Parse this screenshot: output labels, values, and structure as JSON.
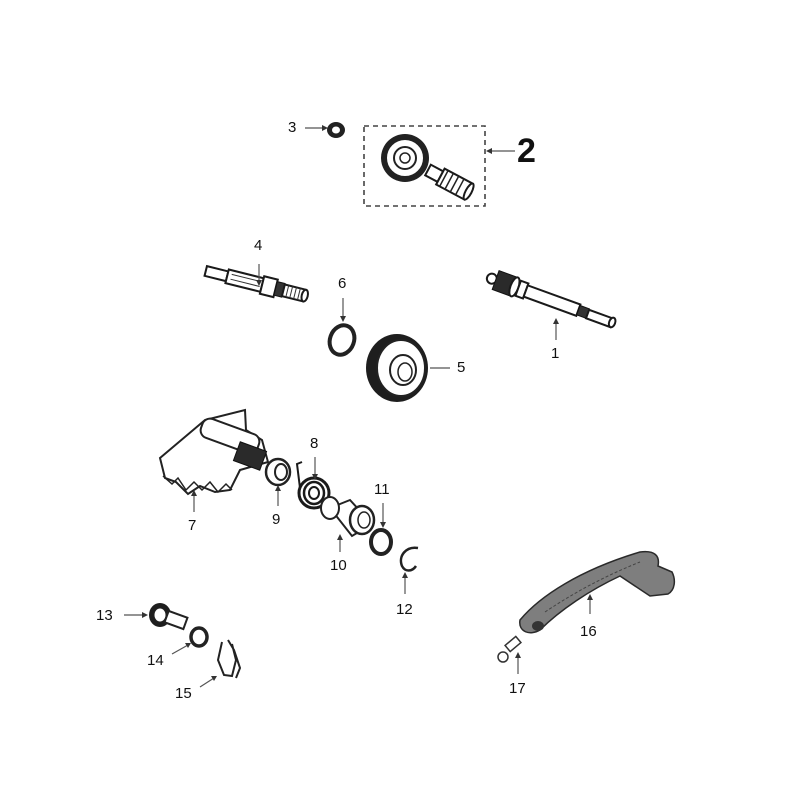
{
  "diagram": {
    "type": "exploded-parts-diagram",
    "background": "#ffffff",
    "assembly_label": "2",
    "callouts": [
      {
        "id": "1",
        "label": "1",
        "part": "primary-shaft"
      },
      {
        "id": "2",
        "label": "2",
        "part": "gear-and-shaft-set"
      },
      {
        "id": "3",
        "label": "3",
        "part": "washer"
      },
      {
        "id": "4",
        "label": "4",
        "part": "splined-shaft"
      },
      {
        "id": "5",
        "label": "5",
        "part": "driven-gear"
      },
      {
        "id": "6",
        "label": "6",
        "part": "washer"
      },
      {
        "id": "7",
        "label": "7",
        "part": "kickstart-shaft-sector"
      },
      {
        "id": "8",
        "label": "8",
        "part": "return-spring"
      },
      {
        "id": "9",
        "label": "9",
        "part": "bushing"
      },
      {
        "id": "10",
        "label": "10",
        "part": "spacer-sleeve"
      },
      {
        "id": "11",
        "label": "11",
        "part": "washer"
      },
      {
        "id": "12",
        "label": "12",
        "part": "circlip"
      },
      {
        "id": "13",
        "label": "13",
        "part": "pinion-gear"
      },
      {
        "id": "14",
        "label": "14",
        "part": "washer"
      },
      {
        "id": "15",
        "label": "15",
        "part": "spring-clip"
      },
      {
        "id": "16",
        "label": "16",
        "part": "kickstart-lever"
      },
      {
        "id": "17",
        "label": "17",
        "part": "bolt"
      }
    ]
  }
}
